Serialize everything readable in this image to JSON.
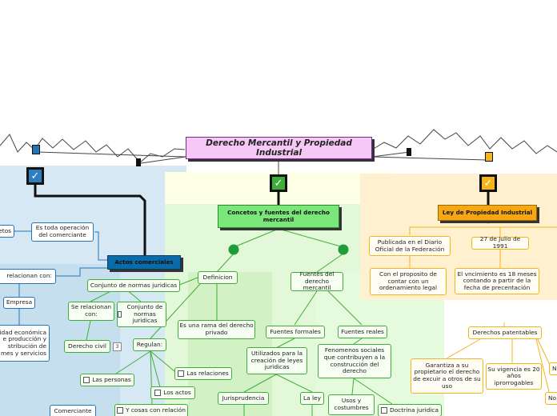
{
  "title": "Derecho Mercantil y Propiedad Industrial",
  "colors": {
    "green": "#3fae38",
    "orange": "#f4b41a",
    "blue": "#2574b5",
    "title_bg": "#f6c8f5",
    "title_border": "#7a2a8f"
  },
  "left": {
    "header": "Actos comerciales",
    "nodes": {
      "etos": "etos",
      "es_toda_operacion": "Es toda operación del comerciante",
      "relacionan_con": "relacionan con:",
      "empresa": "Empresa",
      "actividad": "idad económica e producción y stribución de mes y servicios",
      "comerciante": "Comerciante"
    }
  },
  "center": {
    "header": "Concetos y fuentes del derecho mercantil",
    "nodes": {
      "definicion": "Definicion",
      "fuentes": "Fuentes del derecho mercantil",
      "conjunto_normas": "Conjunto de normas juridicas",
      "es_rama": "Es una rama del derecho privado",
      "se_relacionan": "Se relacionan con:",
      "conjunto_normas2": "Conjunto de normas juridicas",
      "derecho_civil": "Derecho civil",
      "badge_count": "3",
      "regulan": "Regulan:",
      "las_relaciones": "Las relaciones",
      "las_personas": "Las personas",
      "los_actos": "Los actos",
      "y_cosas": "Y cosas con relación",
      "fuentes_formales": "Fuentes formales",
      "fuentes_reales": "Fuentes reales",
      "utilizados": "Utilizados para la creación de leyes juridicas",
      "fenomenos": "Fenomenos sociales que contribuyen a la construcción del derecho",
      "jurisprudencia": "Jurisprudencia",
      "la_ley": "La ley",
      "usos": "Usos y costumbres",
      "doctrina": "Doctrina juridica"
    }
  },
  "right": {
    "header": "Ley de Propiedad Industrial",
    "nodes": {
      "publicada": "Publicada en el Diario Oficial de la Federación",
      "fecha": "27 de Julio de 1991",
      "proposito": "Con el proposito de contar con un ordenamiento legal",
      "vencimiento": "El vncimiento es 18 meses contando a partir de la fecha de precentación",
      "derechos": "Derechos patentables",
      "garantiza": "Garantiza a su propietario el derecho de excuir a otros de su uso",
      "vigencia": "Su vigencia es 20 años iprorrogables",
      "n1": "N",
      "n2": "No"
    }
  }
}
